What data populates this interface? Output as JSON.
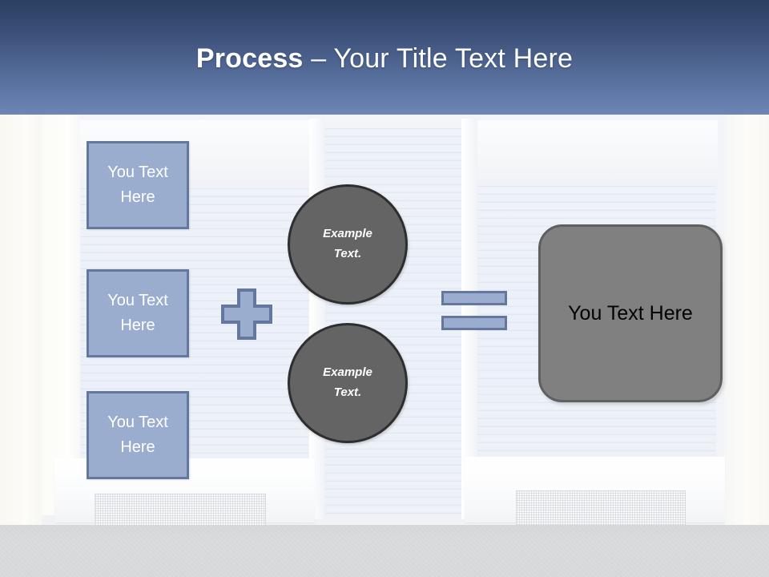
{
  "slide": {
    "title_bold": "Process",
    "title_rest": " – Your Title Text Here"
  },
  "colors": {
    "header_top": "#2b3f62",
    "header_bottom": "#6d86b6",
    "accent_blue_fill": "#9badcf",
    "accent_blue_border": "#64779c",
    "circle_fill": "#646464",
    "circle_border": "#2e2e2e",
    "result_fill": "#808080",
    "result_border": "#5f5f5f",
    "title_text": "#ffffff"
  },
  "inputs": {
    "boxes": [
      {
        "line1": "You Text",
        "line2": "Here"
      },
      {
        "line1": "You Text",
        "line2": "Here"
      },
      {
        "line1": "You Text",
        "line2": "Here"
      }
    ]
  },
  "operators": {
    "plus": "+",
    "equals": "="
  },
  "circles": [
    {
      "line1": "Example",
      "line2": "Text."
    },
    {
      "line1": "Example",
      "line2": "Text."
    }
  ],
  "result": {
    "label": "You Text Here"
  }
}
